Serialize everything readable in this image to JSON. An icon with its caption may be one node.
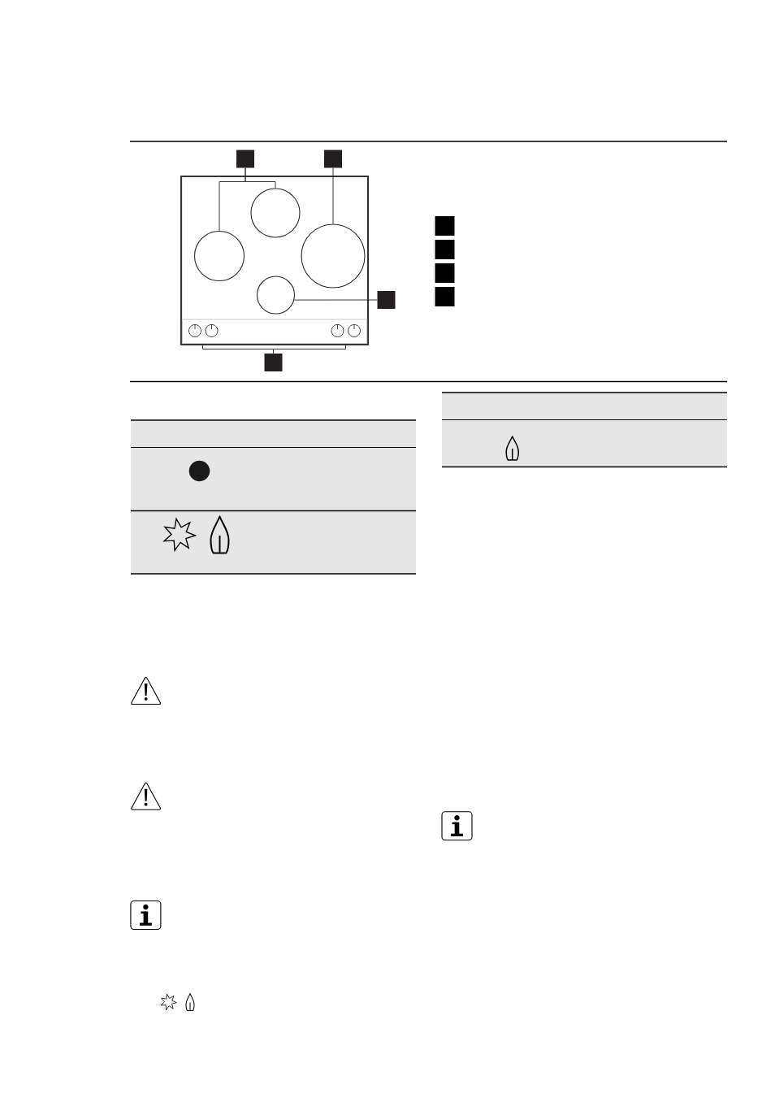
{
  "diagram": {
    "nodes": [
      {
        "text": [],
        "shape": "box"
      },
      {
        "text": [],
        "shape": "box"
      },
      {
        "text": [],
        "shape": "box"
      },
      {
        "text": [],
        "shape": "circle",
        "in": 2
      },
      {
        "text": [],
        "shape": "circle",
        "in": 2
      },
      {
        "text": [],
        "shape": "circle",
        "in": 2
      },
      {
        "text": [],
        "shape": "circle",
        "in": 2
      },
      {
        "text": [],
        "shape": "box",
        "in": 2
      },
      {
        "text": [],
        "shape": "circle",
        "in": 7
      },
      {
        "text": [],
        "shape": "circle",
        "in": 7
      },
      {
        "text": [],
        "shape": "circle",
        "in": 7
      },
      {
        "text": [],
        "shape": "circle",
        "in": 7
      },
      {
        "text": [],
        "shape": "box"
      },
      {
        "text": [],
        "shape": "box"
      },
      {
        "text": [],
        "shape": "box"
      },
      {
        "text": [],
        "shape": "box"
      },
      {
        "text": [],
        "shape": "box"
      },
      {
        "text": [],
        "shape": "box"
      }
    ],
    "edges": [
      {
        "from": 0,
        "to": 4,
        "arrow": "none"
      },
      {
        "from": 0,
        "to": 3,
        "arrow": "none"
      },
      {
        "from": 1,
        "to": 5,
        "arrow": "none"
      },
      {
        "from": 12,
        "to": 6,
        "arrow": "none"
      },
      {
        "from": 13,
        "to": 7,
        "arrow": "none"
      }
    ]
  }
}
